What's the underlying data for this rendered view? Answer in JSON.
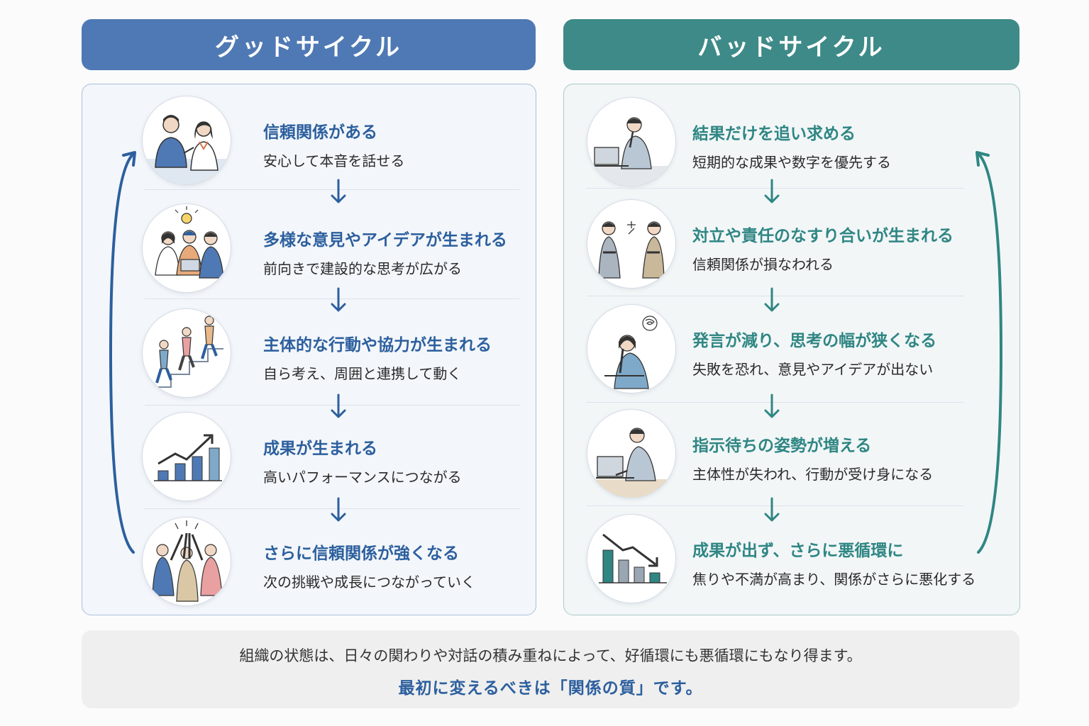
{
  "good_cycle": {
    "title": "グッドサイクル",
    "color": "#4f79b4",
    "steps": [
      {
        "title": "信頼関係がある",
        "desc": "安心して本音を話せる",
        "icon": "two-people-talking-icon"
      },
      {
        "title": "多様な意見やアイデアが生まれる",
        "desc": "前向きで建設的な思考が広がる",
        "icon": "team-idea-lightbulb-icon"
      },
      {
        "title": "主体的な行動や協力が生まれる",
        "desc": "自ら考え、周囲と連携して動く",
        "icon": "people-climbing-stairs-icon"
      },
      {
        "title": "成果が生まれる",
        "desc": "高いパフォーマンスにつながる",
        "icon": "rising-bar-chart-icon"
      },
      {
        "title": "さらに信頼関係が強くなる",
        "desc": "次の挑戦や成長につながっていく",
        "icon": "team-high-five-icon"
      }
    ]
  },
  "bad_cycle": {
    "title": "バッドサイクル",
    "color": "#3e8a88",
    "steps": [
      {
        "title": "結果だけを追い求める",
        "desc": "短期的な成果や数字を優先する",
        "icon": "person-at-laptop-thinking-icon"
      },
      {
        "title": "対立や責任のなすり合いが生まれる",
        "desc": "信頼関係が損なわれる",
        "icon": "two-people-conflict-icon"
      },
      {
        "title": "発言が減り、思考の幅が狭くなる",
        "desc": "失敗を恐れ、意見やアイデアが出ない",
        "icon": "worried-person-icon"
      },
      {
        "title": "指示待ちの姿勢が増える",
        "desc": "主体性が失われ、行動が受け身になる",
        "icon": "person-working-passively-icon"
      },
      {
        "title": "成果が出ず、さらに悪循環に",
        "desc": "焦りや不満が高まり、関係がさらに悪化する",
        "icon": "falling-bar-chart-icon"
      }
    ]
  },
  "footer": {
    "line1": "組織の状態は、日々の関わりや対話の積み重ねによって、好循環にも悪循環にもなり得ます。",
    "line2": "最初に変えるべきは「関係の質」です。"
  }
}
